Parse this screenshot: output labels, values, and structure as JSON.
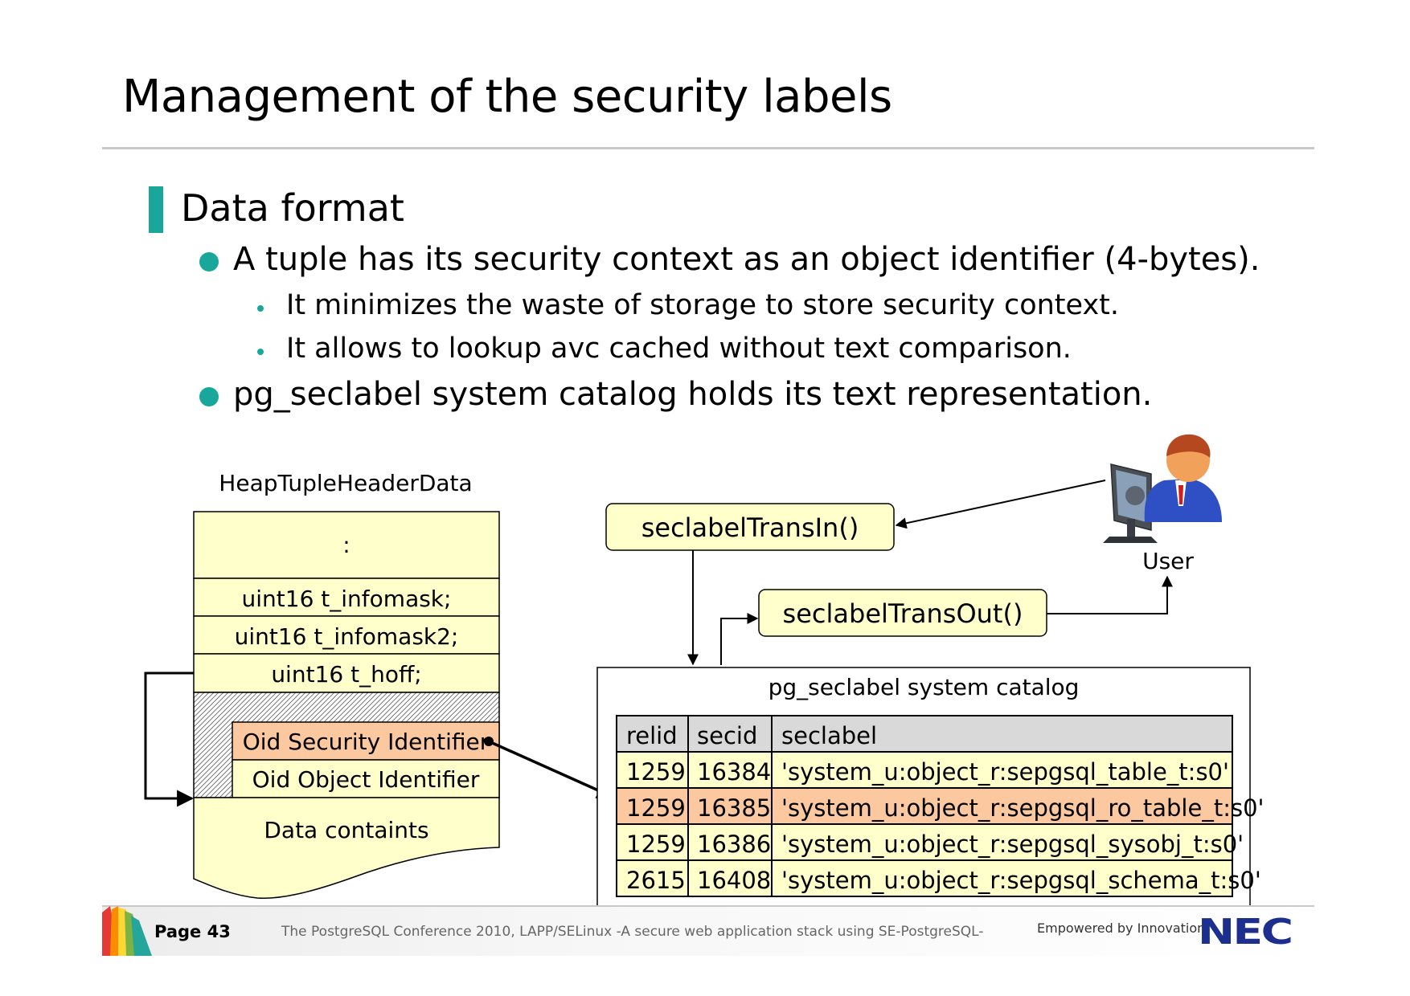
{
  "slide": {
    "title": "Management of the security labels",
    "section_title": "Data format",
    "bullets": [
      {
        "text": "A tuple has its security context as an object identifier (4-bytes).",
        "sub": [
          "It minimizes the waste of storage to store security context.",
          "It allows to lookup avc cached without text comparison."
        ]
      },
      {
        "text": "pg_seclabel system catalog holds its text representation.",
        "sub": []
      }
    ]
  },
  "diagram": {
    "heap_title": "HeapTupleHeaderData",
    "heap_rows": {
      "ellipsis": ":",
      "infomask": "uint16 t_infomask;",
      "infomask2": "uint16 t_infomask2;",
      "hoff": "uint16 t_hoff;",
      "oid_security": "Oid Security Identifier",
      "oid_object": "Oid Object Identifier",
      "data": "Data containts"
    },
    "trans_in": "seclabelTransIn()",
    "trans_out": "seclabelTransOut()",
    "user_label": "User",
    "catalog": {
      "title": "pg_seclabel system catalog",
      "columns": [
        "relid",
        "secid",
        "seclabel"
      ],
      "rows": [
        {
          "relid": "1259",
          "secid": "16384",
          "seclabel": "'system_u:object_r:sepgsql_table_t:s0'"
        },
        {
          "relid": "1259",
          "secid": "16385",
          "seclabel": "'system_u:object_r:sepgsql_ro_table_t:s0'"
        },
        {
          "relid": "1259",
          "secid": "16386",
          "seclabel": "'system_u:object_r:sepgsql_sysobj_t:s0'"
        },
        {
          "relid": "2615",
          "secid": "16408",
          "seclabel": "'system_u:object_r:sepgsql_schema_t:s0'"
        }
      ],
      "highlight_row": 1
    },
    "colors": {
      "box_fill": "#ffffcc",
      "highlight_fill": "#fbc8a0",
      "header_fill": "#d9d9d9",
      "accent": "#1aa79b"
    }
  },
  "footer": {
    "page": "Page 43",
    "conference": "The PostgreSQL Conference 2010, LAPP/SELinux -A secure web application stack using SE-PostgreSQL-",
    "tagline": "Empowered by Innovation",
    "logo": "NEC"
  }
}
